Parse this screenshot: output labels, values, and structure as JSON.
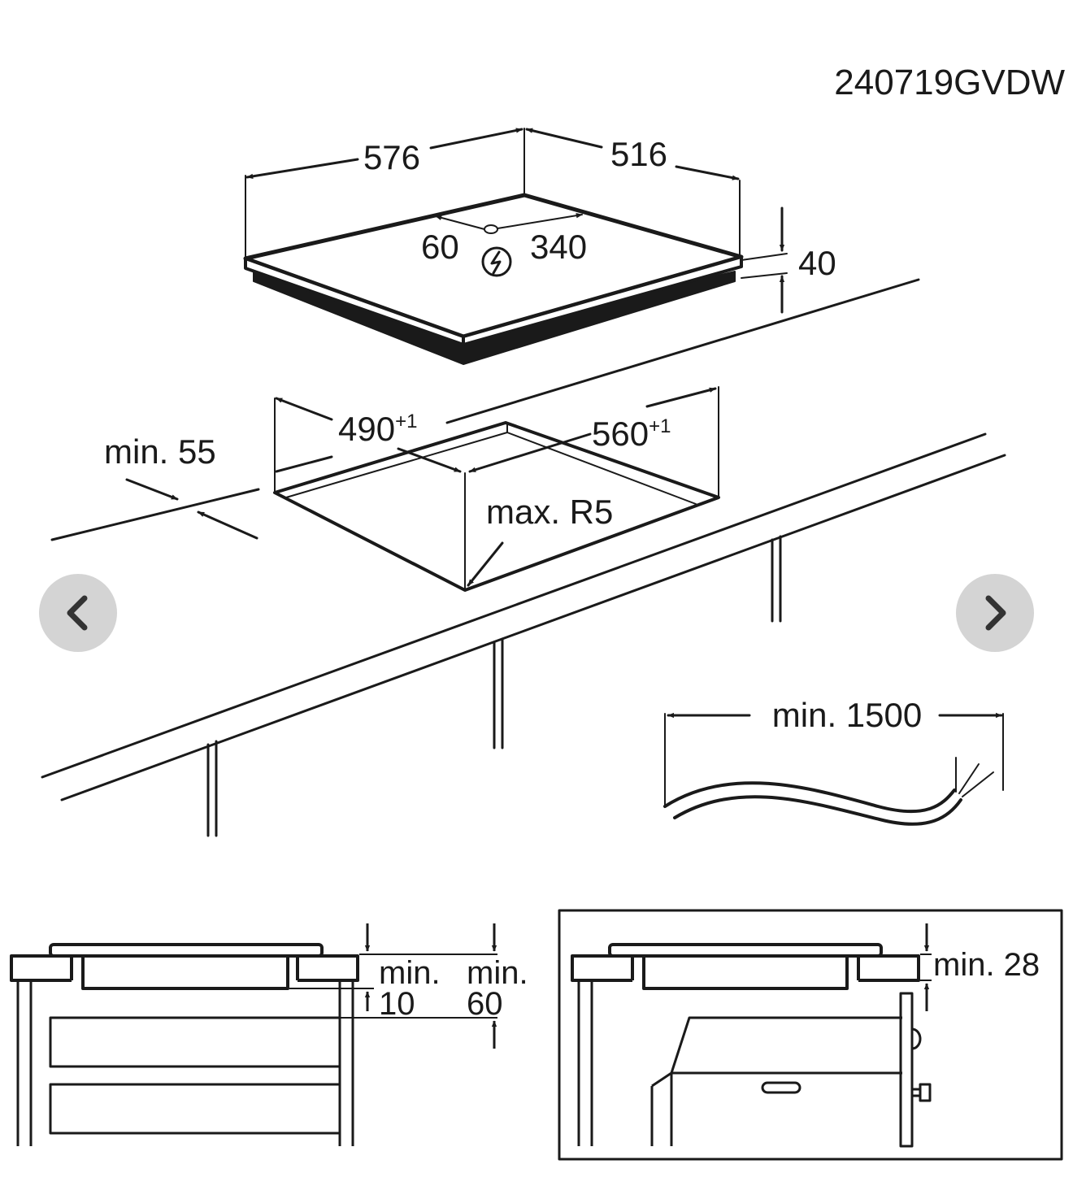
{
  "diagram": {
    "code": "240719GVDW",
    "hob": {
      "width": "576",
      "depth": "516",
      "height": "40",
      "connection_left": "60",
      "connection_right": "340",
      "power_symbol": "lightning-icon"
    },
    "cutout": {
      "width": "490",
      "width_tol": "+1",
      "depth": "560",
      "depth_tol": "+1",
      "min_edge": "min. 55",
      "radius": "max. R5"
    },
    "cable": {
      "length": "min. 1500"
    },
    "section_left": {
      "label_a_1": "min.",
      "label_a_2": "10",
      "label_b_1": "min.",
      "label_b_2": "60"
    },
    "section_right": {
      "label": "min. 28"
    }
  },
  "nav": {
    "prev_icon": "chevron-left-icon",
    "next_icon": "chevron-right-icon"
  }
}
